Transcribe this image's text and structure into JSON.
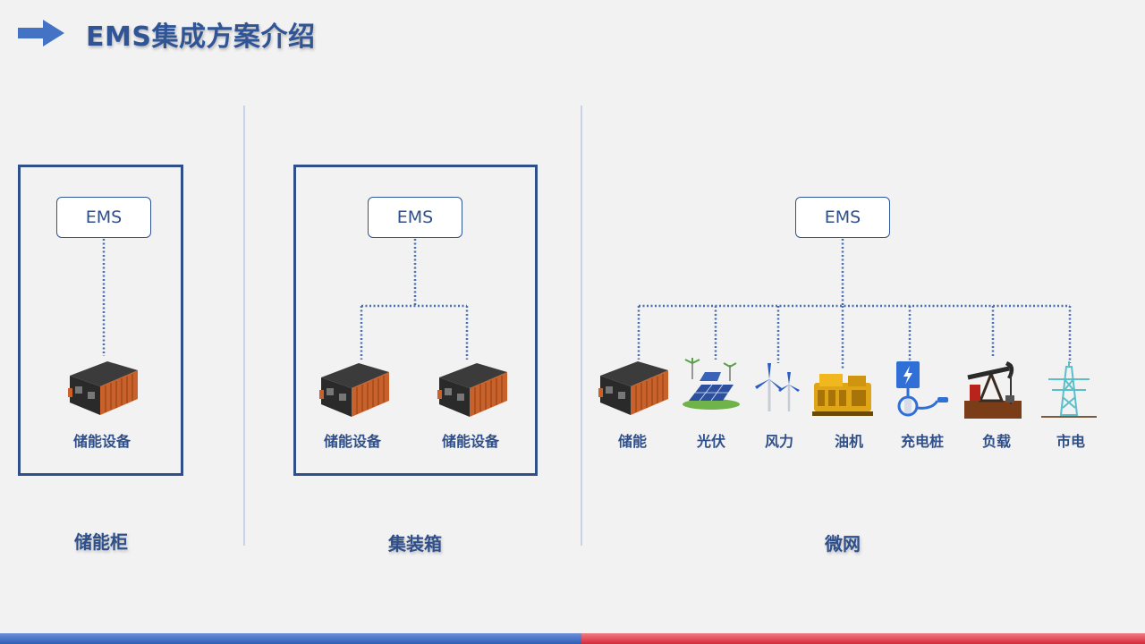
{
  "title": "EMS集成方案介绍",
  "sections": {
    "cabinet": {
      "name": "储能柜",
      "ems": "EMS",
      "devices": [
        "储能设备"
      ]
    },
    "container": {
      "name": "集装箱",
      "ems": "EMS",
      "devices": [
        "储能设备",
        "储能设备"
      ]
    },
    "microgrid": {
      "name": "微网",
      "ems": "EMS",
      "devices": [
        "储能",
        "光伏",
        "风力",
        "油机",
        "充电桩",
        "负载",
        "市电"
      ]
    }
  },
  "colors": {
    "primary": "#2f5597",
    "box_border": "#2f4f8a",
    "bar_blue": "#2f5fb8",
    "bar_red": "#d42a3a"
  }
}
